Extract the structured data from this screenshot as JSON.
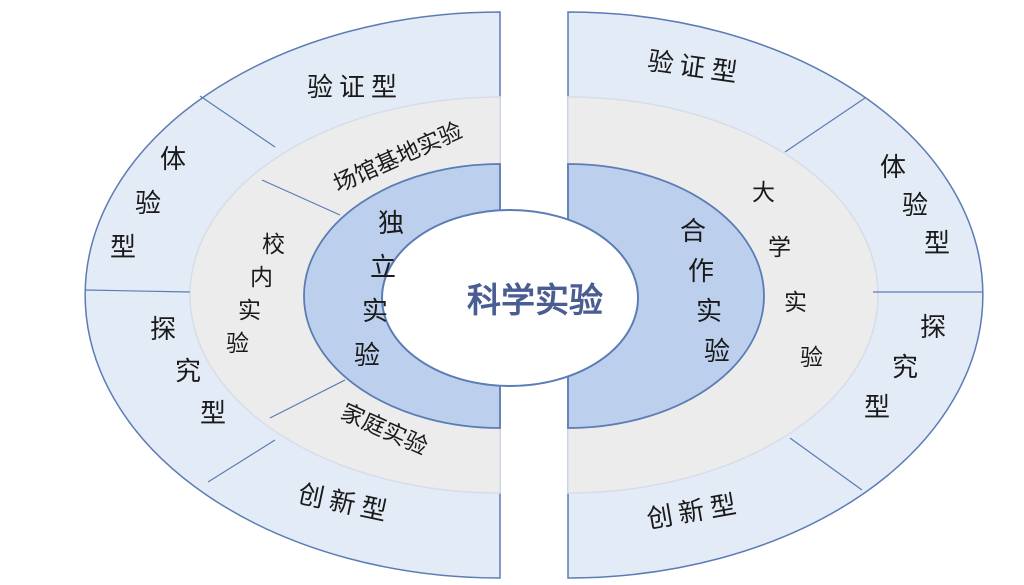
{
  "center": {
    "title": "科学实验"
  },
  "left": {
    "inner": "独立实验",
    "middle": [
      "场馆基地实验",
      "校内实验",
      "家庭实验"
    ],
    "outer": [
      "验证型",
      "体验型",
      "探究型",
      "创新型"
    ]
  },
  "right": {
    "inner": "合作实验",
    "middle": "大学实验",
    "outer": [
      "验证型",
      "体验型",
      "探究型",
      "创新型"
    ]
  },
  "colors": {
    "outer_ring": "#e3ebf6",
    "middle_ring": "#ececec",
    "inner_ring": "#bcd0ee",
    "center_fill": "#ffffff",
    "stroke": "#5b7cb5",
    "center_text": "#4a5d93"
  }
}
